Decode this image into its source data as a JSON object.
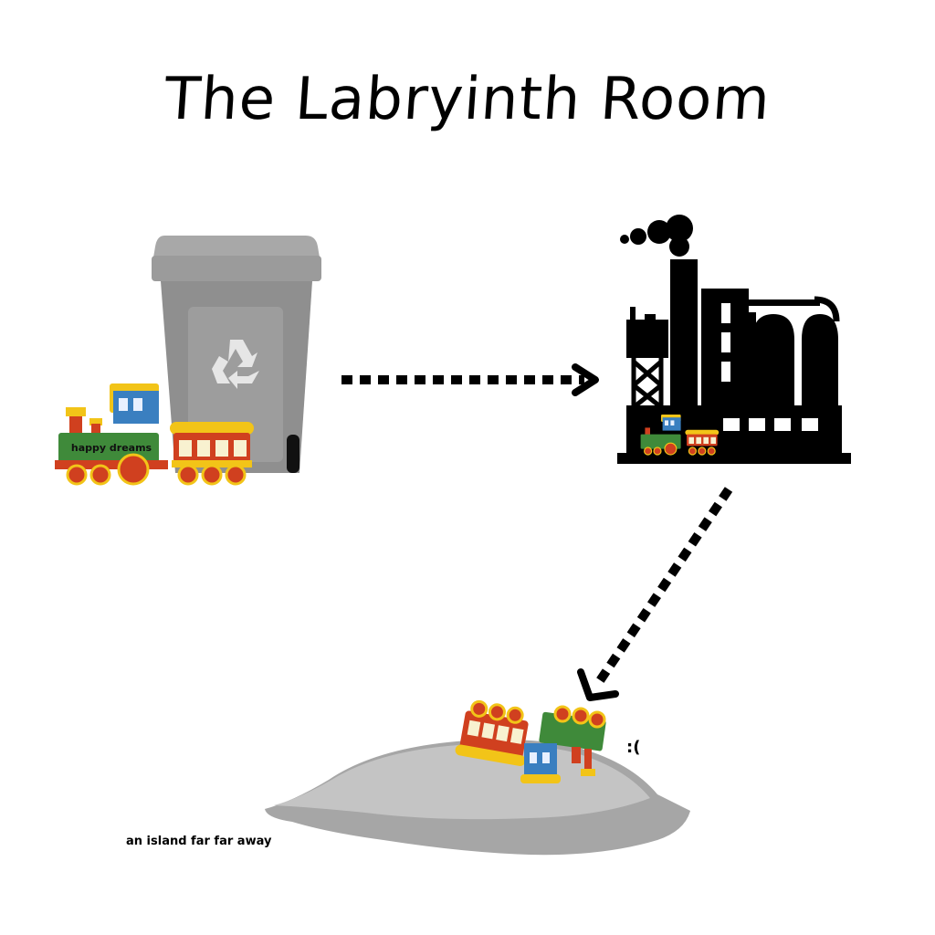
{
  "title": "The Labryinth Room",
  "nodes": {
    "bin": {
      "icon": "recycling-bin-icon",
      "train_label": "happy dreams"
    },
    "factory": {
      "icon": "factory-icon"
    },
    "island": {
      "icon": "island-icon",
      "label": "an island far far away",
      "reaction": ":("
    }
  },
  "edges": [
    {
      "from": "bin",
      "to": "factory",
      "style": "dotted-arrow"
    },
    {
      "from": "factory",
      "to": "island",
      "style": "dotted-arrow"
    }
  ],
  "colors": {
    "bin": "#9e9e9e",
    "factory": "#000000",
    "island": "#bdbdbd",
    "train_green": "#3f8a3a",
    "train_blue": "#3a7fc0",
    "train_red": "#d0401f",
    "train_yellow": "#f2c418"
  }
}
